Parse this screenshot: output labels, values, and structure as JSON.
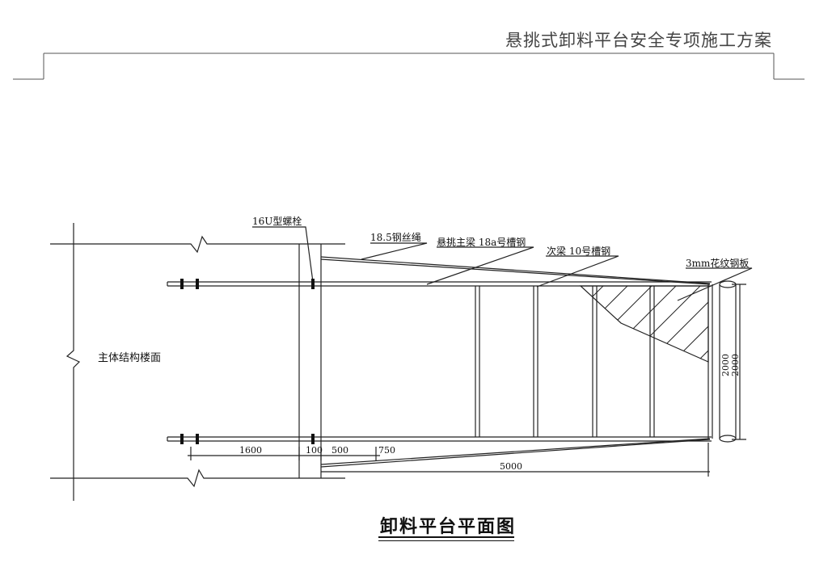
{
  "header": {
    "title": "悬挑式卸料平台安全专项施工方案"
  },
  "drawing": {
    "labels": {
      "bolt": "16U型螺栓",
      "rope": "18.5钢丝绳",
      "main_beam": "悬挑主梁 18a号槽钢",
      "secondary_beam": "次梁 10号槽钢",
      "plate": "3mm花纹钢板",
      "structure": "主体结构楼面"
    },
    "dimensions": {
      "d1600": "1600",
      "d100": "100",
      "d500": "500",
      "d750": "750",
      "d5000": "5000",
      "d2000a": "2000",
      "d2000b": "2000"
    },
    "caption": "卸料平台平面图"
  }
}
